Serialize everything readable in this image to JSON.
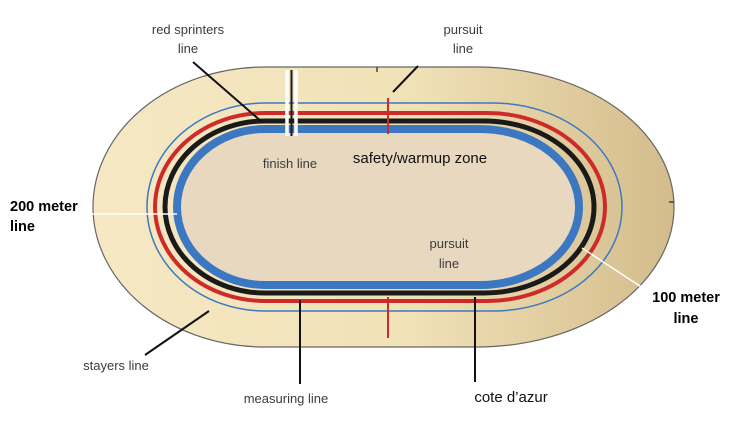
{
  "labels": {
    "red_sprinters_1": "red sprinters",
    "red_sprinters_2": "line",
    "pursuit_top_1": "pursuit",
    "pursuit_top_2": "line",
    "finish_line": "finish line",
    "safety_zone": "safety/warmup zone",
    "meter200_1": "200 meter",
    "meter200_2": "line",
    "pursuit_inner_1": "pursuit",
    "pursuit_inner_2": "line",
    "meter100_1": "100 meter",
    "meter100_2": "line",
    "stayers_line": "stayers line",
    "measuring_line": "measuring line",
    "cote_dazur": "cote d’azur"
  },
  "colors": {
    "track_light": "#f5e8c3",
    "track_dark": "#d3bc8c",
    "infield": "#e8d8c0",
    "blue_band": "#3b78c1",
    "black_line": "#1a1a1a",
    "red_line": "#cf2a2a",
    "thin_blue_line": "#3d78c0"
  }
}
